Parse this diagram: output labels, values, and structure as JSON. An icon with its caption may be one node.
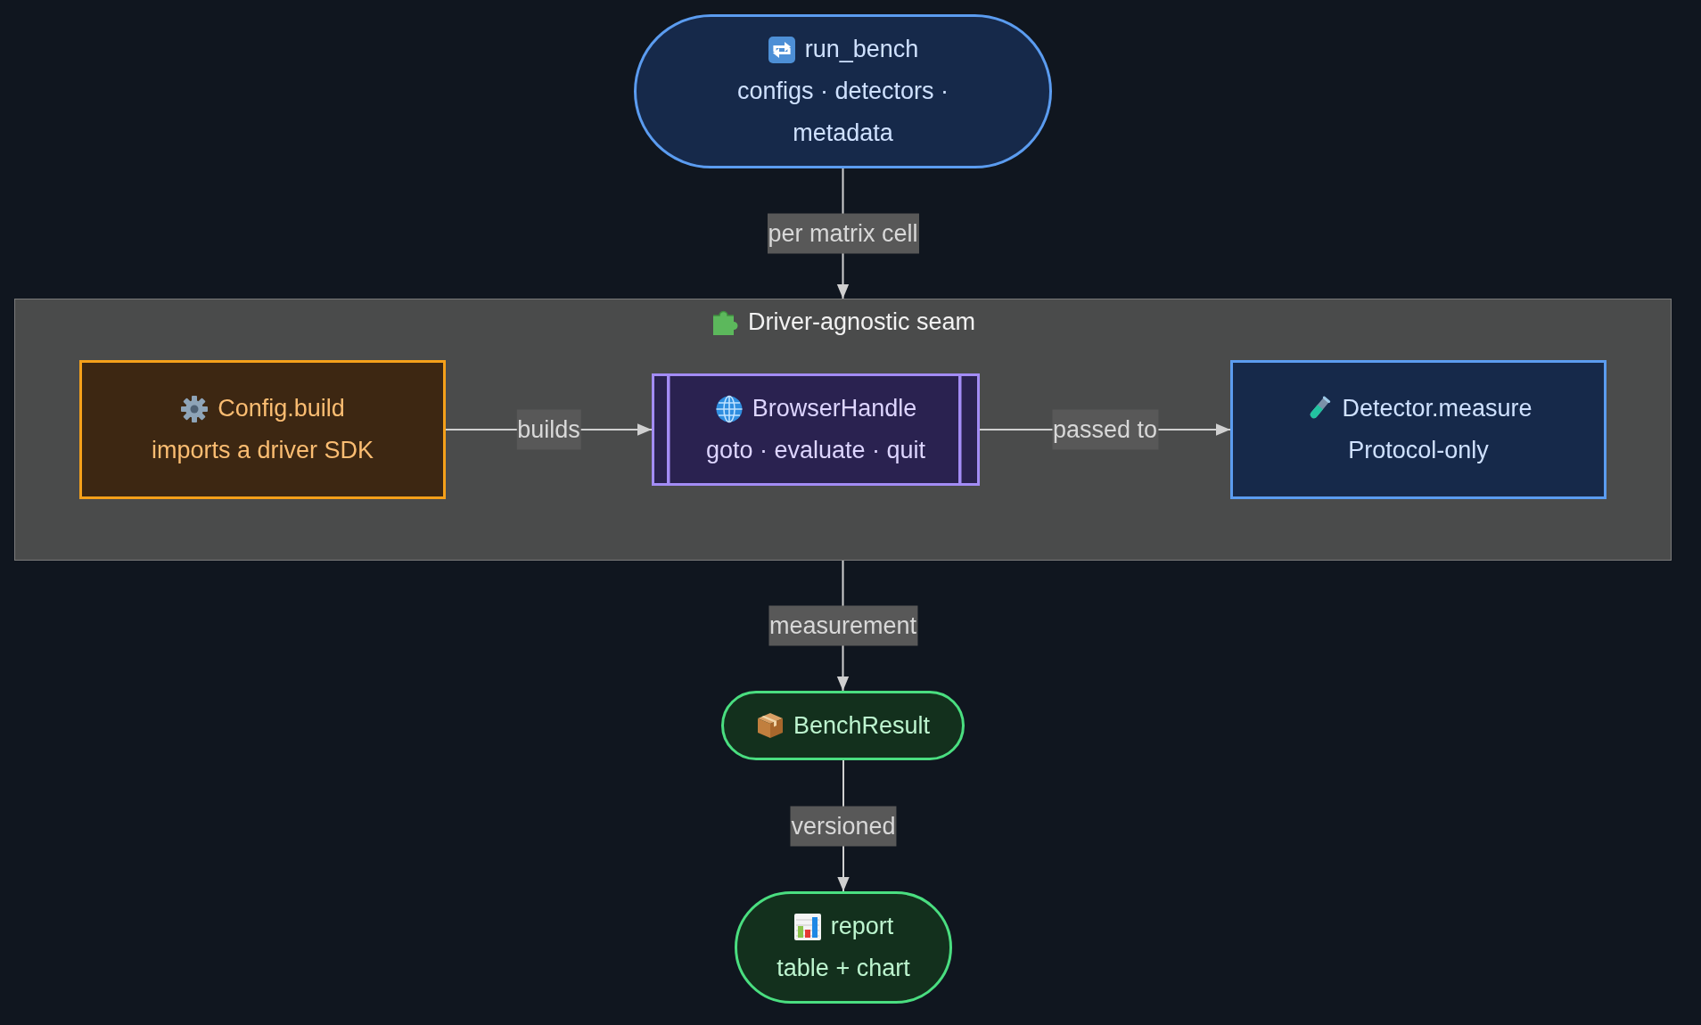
{
  "diagram": {
    "nodes": [
      {
        "text": [
          "run_bench",
          "configs · detectors · metadata"
        ]
      },
      {
        "text": [
          "Driver-agnostic seam"
        ]
      },
      {
        "text": [
          "Config.build",
          "imports a driver SDK"
        ],
        "in": 1
      },
      {
        "text": [
          "BrowserHandle",
          "goto · evaluate · quit"
        ],
        "in": 1
      },
      {
        "text": [
          "Detector.measure",
          "Protocol-only"
        ],
        "in": 1
      },
      {
        "text": [
          "BenchResult"
        ]
      },
      {
        "text": [
          "report",
          "table + chart"
        ]
      }
    ],
    "edges": [
      {
        "from": 0,
        "to": 1,
        "arrow": "to",
        "label": "per matrix cell"
      },
      {
        "from": 2,
        "to": 3,
        "arrow": "to",
        "label": "builds"
      },
      {
        "from": 3,
        "to": 4,
        "arrow": "to",
        "label": "passed to"
      },
      {
        "from": 1,
        "to": 5,
        "arrow": "to",
        "label": "measurement"
      },
      {
        "from": 5,
        "to": 6,
        "arrow": "to",
        "label": "versioned"
      }
    ]
  }
}
